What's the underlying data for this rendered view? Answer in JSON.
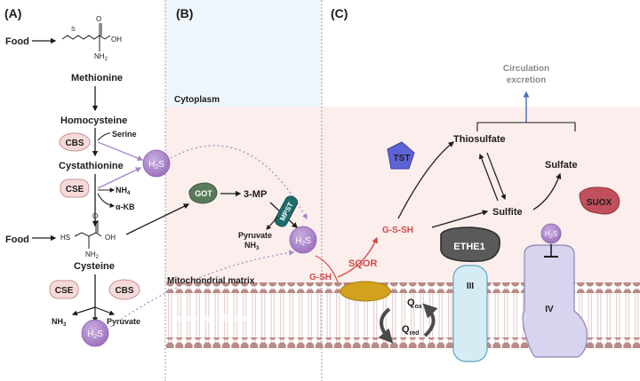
{
  "panels": {
    "a": "(A)",
    "b": "(B)",
    "c": "(C)"
  },
  "panel_a": {
    "food1": "Food",
    "food2": "Food",
    "oh1": "OH",
    "oh2": "OH",
    "nh2_1": "NH",
    "nh2_1_sub": "2",
    "nh2_2": "NH",
    "nh2_2_sub": "2",
    "hs": "HS",
    "methionine": "Methionine",
    "homocysteine": "Homocysteine",
    "cbs1": "CBS",
    "serine": "Serine",
    "cystathionine": "Cystathionine",
    "cse1": "CSE",
    "nh4": "NH",
    "nh4_sub": "4",
    "akb": "α-KB",
    "cysteine": "Cysteine",
    "cse2": "CSE",
    "cbs2": "CBS",
    "nh3": "NH",
    "nh3_sub": "3",
    "pyruvate": "Pyruvate",
    "h2s_a": "H",
    "h2s_a_sub": "2",
    "h2s_a_tail": "S",
    "h2s_b": "H",
    "h2s_b_sub": "2",
    "h2s_b_tail": "S"
  },
  "panel_b": {
    "cytoplasm": "Cytoplasm",
    "got": "GOT",
    "three_mp": "3-MP",
    "mpst": "MPST",
    "pyruvate": "Pyruvate",
    "nh3": "NH",
    "nh3_sub": "3",
    "h2s": "H",
    "h2s_sub": "2",
    "h2s_tail": "S",
    "mito_matrix": "Mitochondrial matrix",
    "inner_membrane": "Inner  membrane"
  },
  "panel_c": {
    "circulation": "Circulation",
    "excretion": "excretion",
    "tst": "TST",
    "thiosulfate": "Thiosulfate",
    "sulfate": "Sulfate",
    "suox": "SUOX",
    "sulfite": "Sulfite",
    "gssh": "G-S-SH",
    "ethe1": "ETHE1",
    "gsh": "G-SH",
    "sqor": "SQOR",
    "h2s": "H",
    "h2s_sub": "2",
    "h2s_tail": "S",
    "q_ox": "Q",
    "q_ox_sub": "ox",
    "q_red": "Q",
    "q_red_sub": "red",
    "complex3": "III",
    "complex4": "IV"
  },
  "colors": {
    "cytoplasm_bg": "#eef6fb",
    "matrix_bg": "#fbeeec",
    "membrane_head": "#b98a87",
    "h2s_purple": "#a983c6",
    "enzyme_pink": "#f6dada",
    "tst_blue": "#5e63d6",
    "suox_red": "#c0505c",
    "ethe1_gray": "#5a5a5a",
    "sqor_gold": "#d2a11d",
    "complex3_blue": "#d6ecf4",
    "complex4_lilac": "#d8d3ee",
    "gsh_red": "#cf4a48",
    "arrow_blue": "#4a6fb5"
  }
}
